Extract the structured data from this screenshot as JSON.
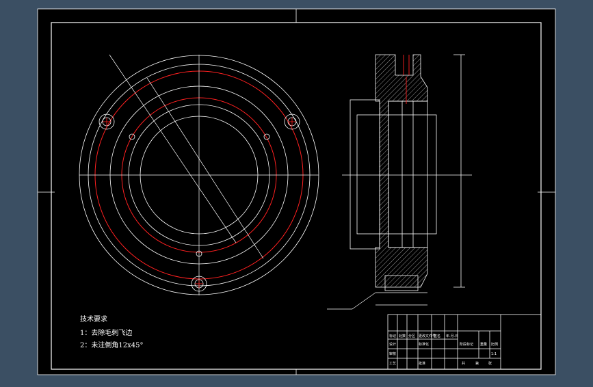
{
  "viewer": {
    "background": "#3b4f63",
    "sheet_color": "#000000",
    "line_color": "#ffffff",
    "accent_color": "#ff2020"
  },
  "notes": {
    "title": "技术要求",
    "item1": "1：去除毛刺飞边",
    "item2": "2：未注倒角12x45°"
  },
  "title_block": {
    "labels": [
      "标记",
      "处数",
      "分区",
      "更改文件号",
      "签名",
      "年.月.日"
    ],
    "design": "设计",
    "standardize": "标准化",
    "review": "审核",
    "process": "工艺",
    "approve": "批准",
    "stage_mark": "阶段标记",
    "weight": "重量",
    "scale": "比例",
    "scale_value": "1:1",
    "sheets": "共",
    "sheet": "第",
    "page": "张"
  }
}
